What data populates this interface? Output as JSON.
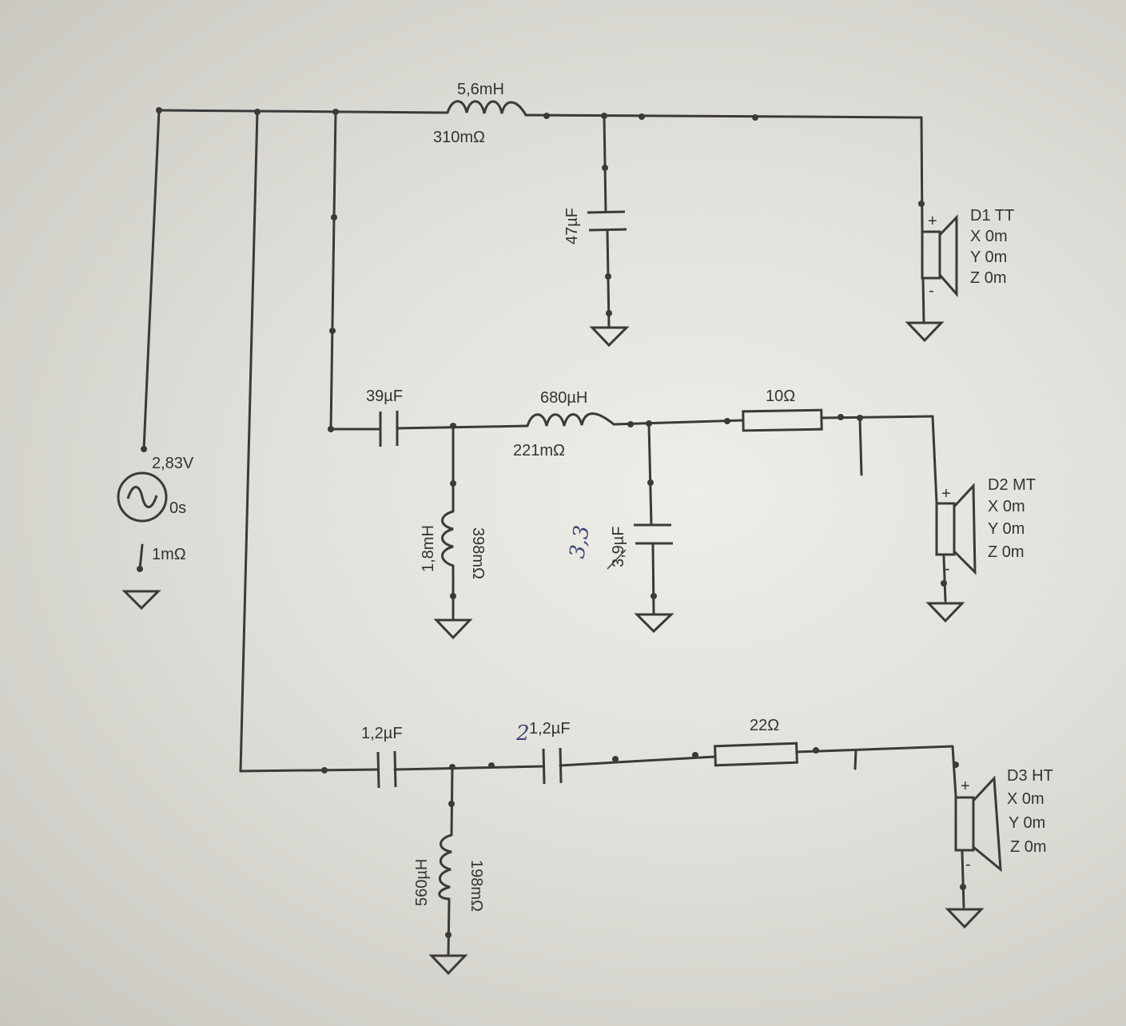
{
  "source": {
    "voltage": "2,83V",
    "delay": "0s",
    "resistance": "1mΩ"
  },
  "tweeter_branch": {
    "inductor": {
      "value": "5,6mH",
      "resistance": "310mΩ"
    },
    "capacitor": {
      "value": "47µF"
    },
    "driver": {
      "name": "D1 TT",
      "x": "X 0m",
      "y": "Y 0m",
      "z": "Z 0m",
      "plus": "+",
      "minus": "-"
    }
  },
  "mid_branch": {
    "series_capacitor": {
      "value": "39µF"
    },
    "series_inductor": {
      "value": "680µH",
      "resistance": "221mΩ"
    },
    "shunt_inductor": {
      "value": "1,8mH",
      "resistance": "398mΩ"
    },
    "shunt_capacitor": {
      "value": "3,9µF",
      "handwritten": "3,3"
    },
    "resistor": {
      "value": "10Ω"
    },
    "driver": {
      "name": "D2 MT",
      "x": "X 0m",
      "y": "Y 0m",
      "z": "Z 0m",
      "plus": "+",
      "minus": "-"
    }
  },
  "high_branch": {
    "capacitor1": {
      "value": "1,2µF"
    },
    "capacitor2": {
      "value": "1,2µF",
      "handwritten": "2"
    },
    "shunt_inductor": {
      "value": "560µH",
      "resistance": "198mΩ"
    },
    "resistor": {
      "value": "22Ω"
    },
    "driver": {
      "name": "D3 HT",
      "x": "X 0m",
      "y": "Y 0m",
      "z": "Z 0m",
      "plus": "+",
      "minus": "-"
    }
  }
}
